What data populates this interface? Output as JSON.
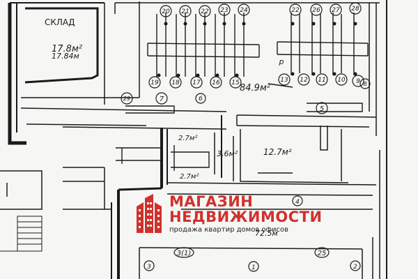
{
  "labels": {
    "storage_room": "СКЛАД",
    "storage_area_1": "17.8м²",
    "storage_area_2": "17.84м",
    "main_hall_area": "84.9м²",
    "room_12_7": "12.7м²",
    "room_3_6": "3.6м²",
    "room_2_7_top": "2.7м²",
    "room_2_7_bottom": "2.7м²",
    "room_bottom_area": "72.5м"
  },
  "upper_numbers_left": [
    "20",
    "21",
    "22",
    "23",
    "24"
  ],
  "upper_numbers_right": [
    "22",
    "26",
    "27",
    "28"
  ],
  "lower_numbers_left": [
    "19",
    "18",
    "17",
    "16",
    "15"
  ],
  "lower_numbers_right": [
    "13",
    "12",
    "11",
    "10",
    "9",
    "8"
  ],
  "room_marks": {
    "r29": "29",
    "r7": "7",
    "r6": "6",
    "r5": "5",
    "r4": "4",
    "r3_1": "3(1)",
    "r25": "25",
    "r3": "3",
    "r1": "1",
    "r2": "2",
    "p": "р"
  },
  "logo": {
    "line1": "МАГАЗИН",
    "line2": "НЕДВИЖИМОСТИ",
    "line3": "продажа квартир домов офисов",
    "colors": {
      "brand": "#d0312d",
      "tagline": "#222222"
    }
  }
}
